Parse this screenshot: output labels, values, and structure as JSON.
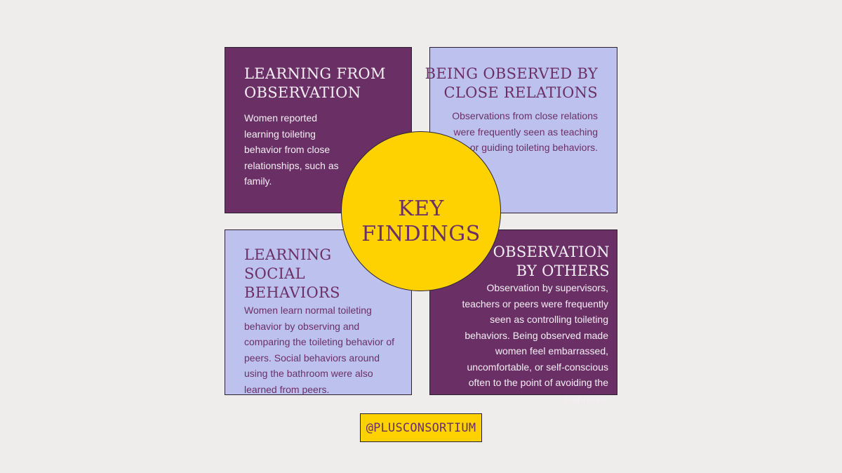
{
  "findings": {
    "top_left": {
      "heading": [
        "LEARNING FROM",
        "OBSERVATION"
      ],
      "text": "Women reported learning toileting behavior from close relationships, such as family."
    },
    "top_right": {
      "heading": [
        "BEING OBSERVED BY",
        "CLOSE RELATIONS"
      ],
      "text": "Observations from close relations were frequently seen as teaching or guiding toileting behaviors."
    },
    "bottom_left": {
      "heading": [
        "LEARNING",
        "SOCIAL",
        "BEHAVIORS"
      ],
      "text": "Women learn normal toileting behavior by observing and comparing the toileting behavior of peers. Social behaviors around using the bathroom were also learned from peers."
    },
    "bottom_right": {
      "heading": [
        "OBSERVATION",
        "BY OTHERS"
      ],
      "text": "Observation by supervisors, teachers or peers were frequently seen as controlling toileting behaviors. Being observed made women feel embarrassed, uncomfortable, or self-conscious often to the point of avoiding the bathroom."
    }
  },
  "center": {
    "title": [
      "KEY",
      "FINDINGS"
    ]
  },
  "footer": {
    "handle": "@PLUSCONSORTIUM"
  },
  "colors": {
    "background": "#efecec",
    "purple": "#6a3066",
    "lavender": "#bdc1ee",
    "yellow": "#fdd200"
  }
}
